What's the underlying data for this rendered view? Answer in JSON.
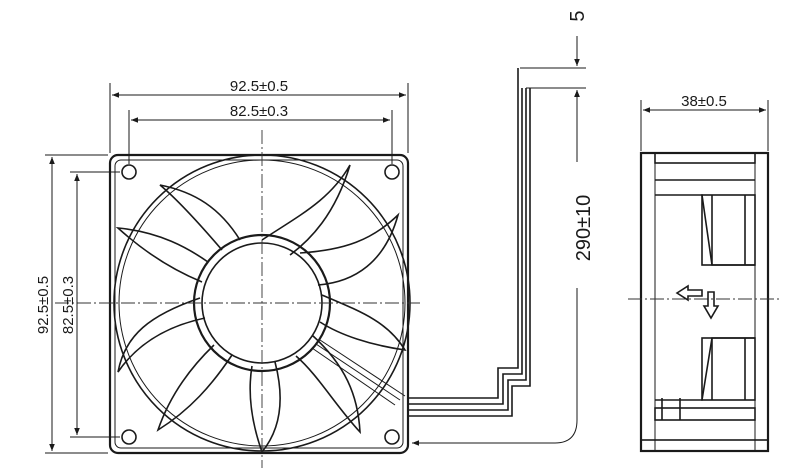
{
  "dimensions": {
    "frame_width": "92.5±0.5",
    "hole_spacing_width": "82.5±0.3",
    "frame_height": "92.5±0.5",
    "hole_spacing_height": "82.5±0.3",
    "lead_length": "290±10",
    "lead_strip": "5",
    "thickness": "38±0.5"
  },
  "icons": {
    "airflow": "hollow-left-arrow",
    "rotation": "hollow-down-arrow"
  },
  "colors": {
    "line": "#1a1a1a",
    "background": "#ffffff"
  }
}
